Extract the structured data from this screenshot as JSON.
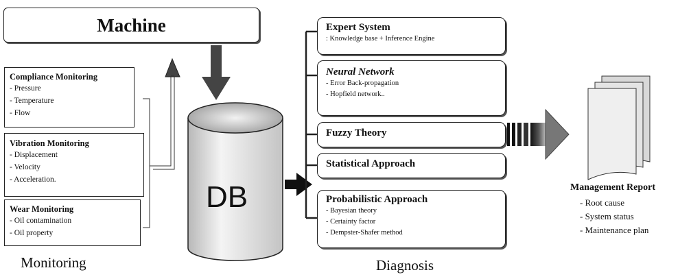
{
  "machine": {
    "title": "Machine"
  },
  "monitoring": {
    "caption": "Monitoring",
    "groups": [
      {
        "title": "Compliance Monitoring",
        "items": [
          "- Pressure",
          "- Temperature",
          "- Flow"
        ]
      },
      {
        "title": "Vibration Monitoring",
        "items": [
          "- Displacement",
          "- Velocity",
          "- Acceleration."
        ]
      },
      {
        "title": "Wear Monitoring",
        "items": [
          "- Oil contamination",
          "- Oil property"
        ]
      }
    ]
  },
  "database": {
    "label": "DB"
  },
  "diagnosis": {
    "caption": "Diagnosis",
    "methods": [
      {
        "title": "Expert System",
        "items": [
          ": Knowledge base + Inference Engine"
        ]
      },
      {
        "title": "Neural Network",
        "items": [
          "- Error Back-propagation",
          "- Hopfield network.."
        ]
      },
      {
        "title": "Fuzzy Theory",
        "items": []
      },
      {
        "title": "Statistical Approach",
        "items": []
      },
      {
        "title": "Probabilistic Approach",
        "items": [
          "- Bayesian theory",
          "- Certainty factor",
          "- Dempster-Shafer method"
        ]
      }
    ]
  },
  "report": {
    "title": "Management Report",
    "items": [
      "- Root cause",
      "- System status",
      "- Maintenance plan"
    ]
  }
}
